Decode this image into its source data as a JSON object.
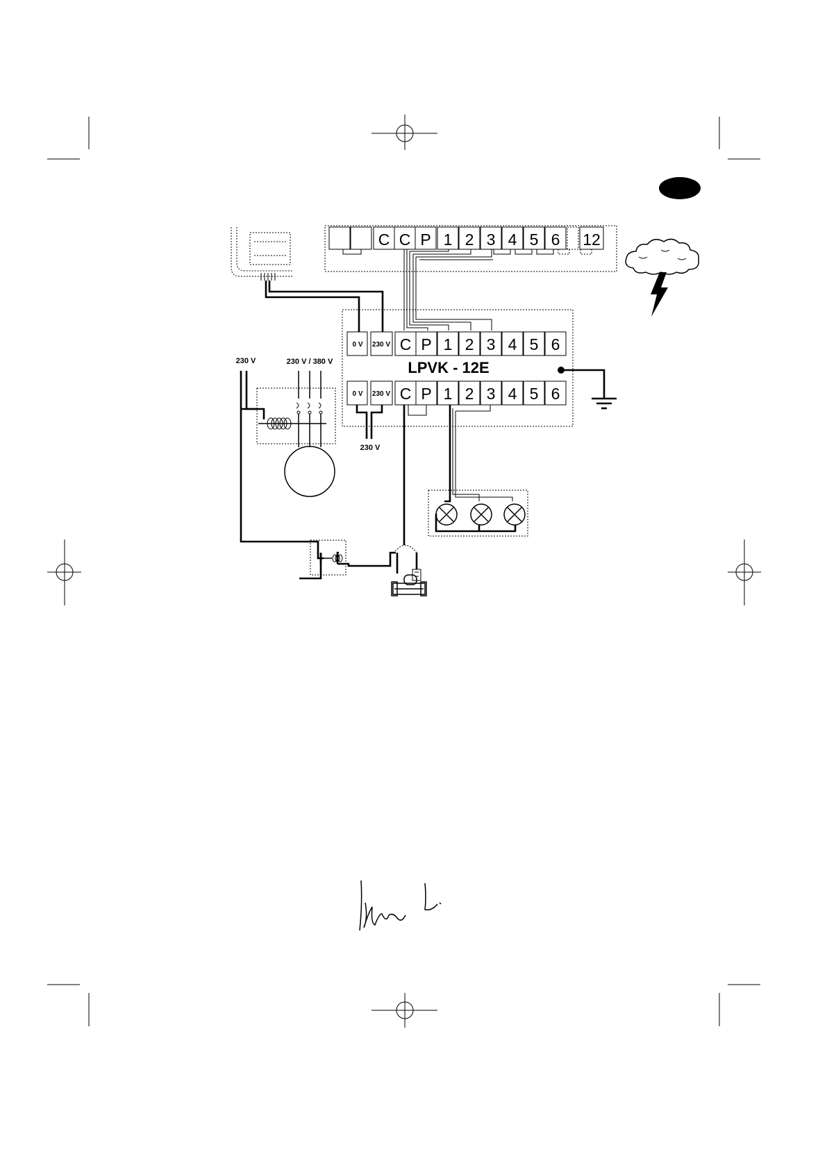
{
  "top_strip": {
    "terminals": [
      "",
      "",
      "C",
      "C",
      "P",
      "1",
      "2",
      "3",
      "4",
      "5",
      "6",
      "12"
    ]
  },
  "controller": {
    "model": "LPVK - 12E",
    "upper_terminals": [
      "0 V",
      "230 V",
      "C",
      "P",
      "1",
      "2",
      "3",
      "4",
      "5",
      "6"
    ],
    "lower_terminals": [
      "0 V",
      "230 V",
      "C",
      "P",
      "1",
      "2",
      "3",
      "4",
      "5",
      "6"
    ]
  },
  "labels": {
    "supply_left": "230 V",
    "supply_three_phase": "230 V / 380 V",
    "supply_controller": "230 V"
  },
  "colors": {
    "ink": "#000000",
    "paper": "#ffffff"
  }
}
